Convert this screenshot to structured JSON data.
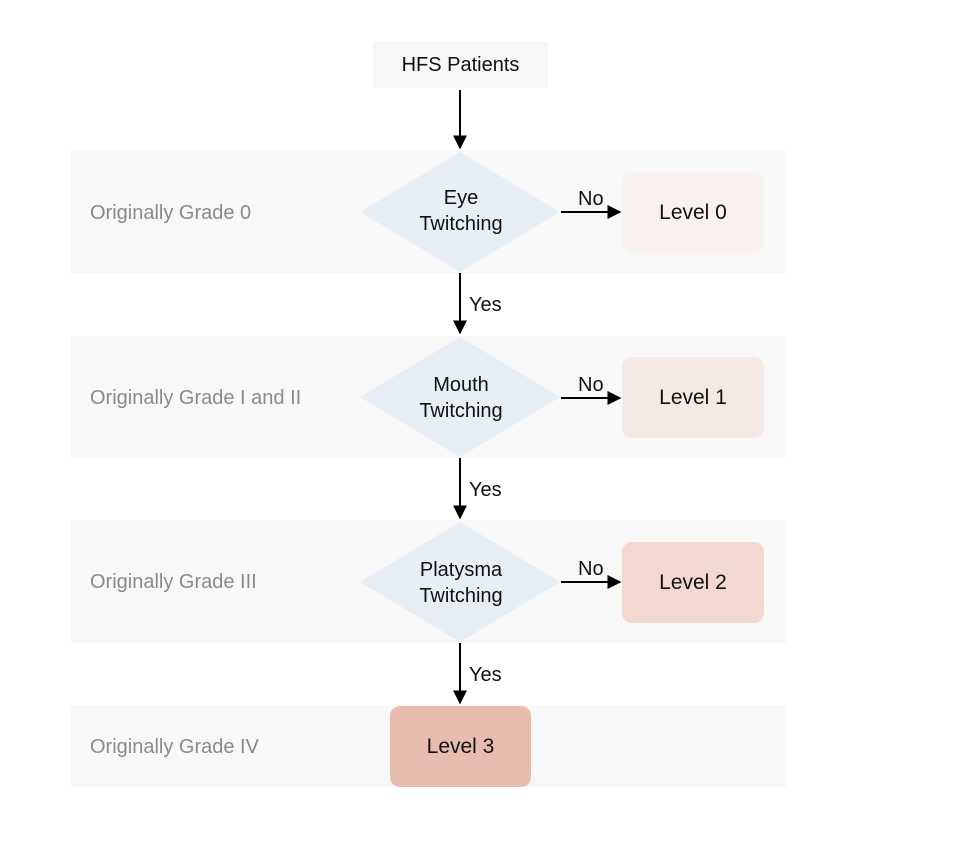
{
  "start": {
    "label": "HFS Patients"
  },
  "rows": [
    {
      "grade_label": "Originally Grade 0",
      "decision": [
        "Eye",
        "Twitching"
      ],
      "no_label": "No",
      "level": "Level 0",
      "level_color": "#f8f1ee"
    },
    {
      "grade_label": "Originally Grade I and II",
      "decision": [
        "Mouth",
        "Twitching"
      ],
      "no_label": "No",
      "level": "Level 1",
      "level_color": "#f5e9e5"
    },
    {
      "grade_label": "Originally Grade III",
      "decision": [
        "Platysma",
        "Twitching"
      ],
      "no_label": "No",
      "level": "Level 2",
      "level_color": "#f2d8cf"
    }
  ],
  "final": {
    "grade_label": "Originally Grade IV",
    "level": "Level 3",
    "level_color": "#e8bcae"
  },
  "yes_labels": [
    "Yes",
    "Yes",
    "Yes"
  ],
  "colors": {
    "band": "#f8f8f8",
    "diamond": "#e8eef6",
    "arrow": "#000000",
    "grade_text": "#8a8a8a"
  }
}
